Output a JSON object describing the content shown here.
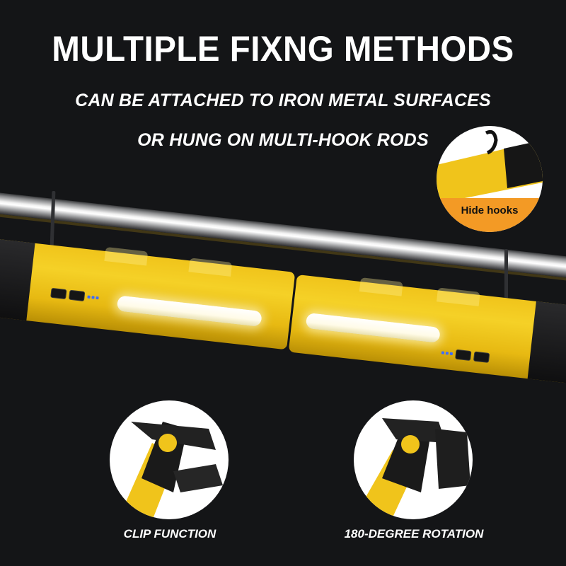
{
  "header": {
    "title": "MULTIPLE FIXNG METHODS",
    "subtitle_line1": "CAN BE ATTACHED TO IRON METAL SURFACES",
    "subtitle_line2": "OR HUNG ON MULTI-HOOK RODS"
  },
  "insets": {
    "hide_hooks": {
      "label": "Hide hooks",
      "band_color": "#f39a25"
    },
    "clip": {
      "caption": "CLIP FUNCTION"
    },
    "rotation": {
      "caption": "180-DEGREE ROTATION"
    }
  },
  "colors": {
    "background": "#141517",
    "product_yellow": "#f0c41b",
    "product_black": "#111112",
    "indicator_blue": "#3d6bff",
    "text": "#ffffff"
  },
  "icons": {
    "battery_indicator": "battery-level-icon",
    "power_button": "power-button-icon",
    "hook": "hook-icon"
  }
}
